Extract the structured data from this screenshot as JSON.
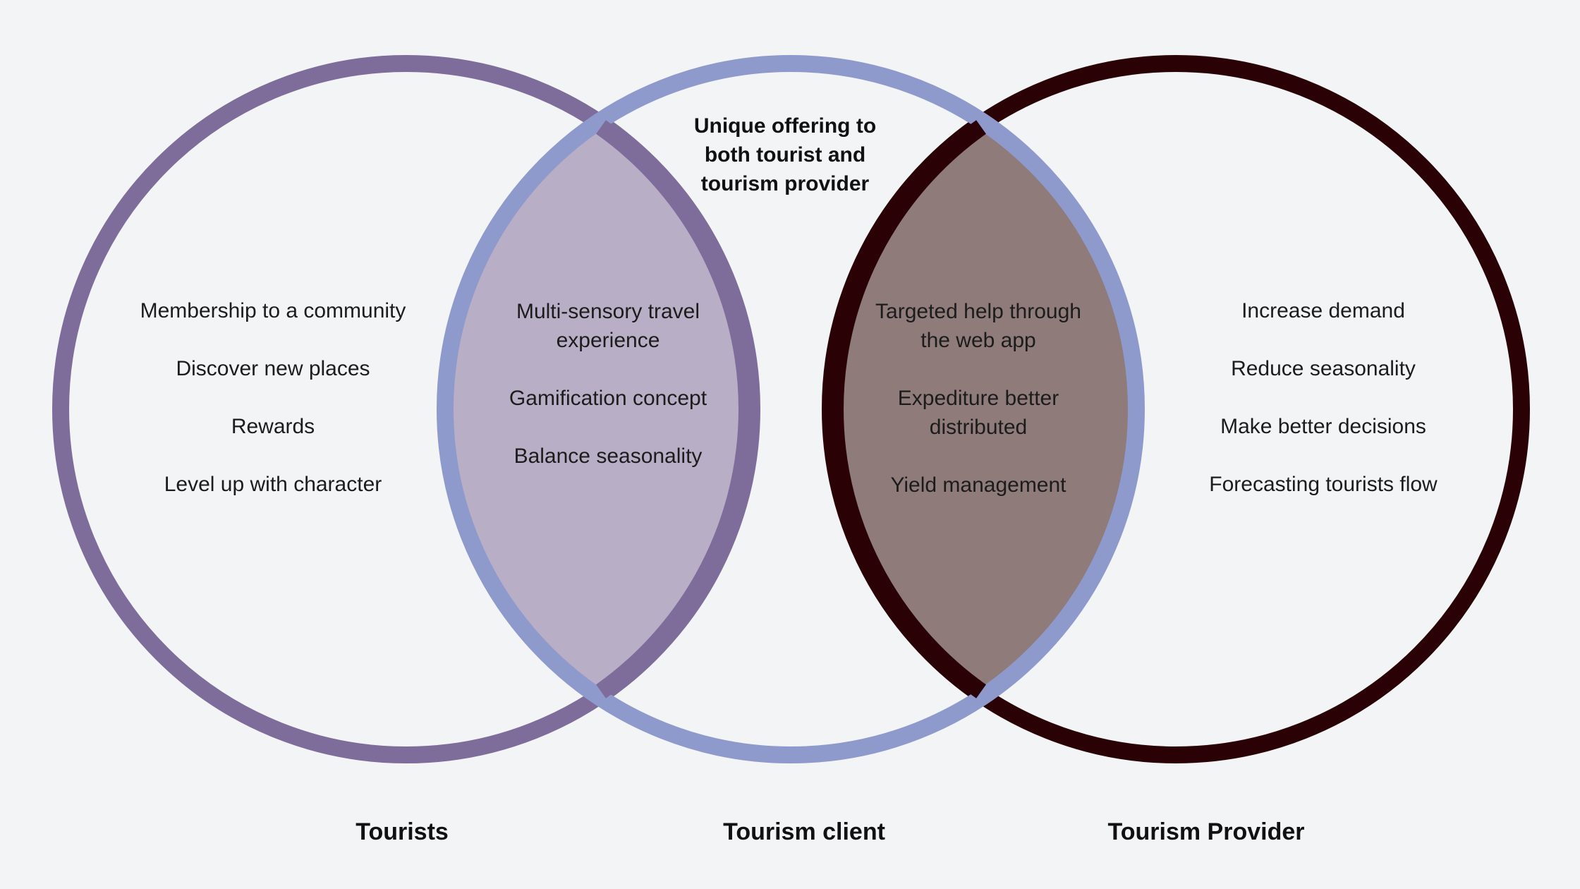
{
  "colors": {
    "background": "#f2f4f6",
    "tourists_ring": "#7e6c9a",
    "client_ring": "#8f9acc",
    "provider_ring": "#2a0206",
    "overlap_left_fill": "#b8aec6",
    "overlap_right_fill": "#8e7b7a"
  },
  "center_title": [
    "Unique offering to",
    "both tourist and",
    "tourism provider"
  ],
  "tourists": {
    "label": "Tourists",
    "items": [
      "Membership  to a community",
      "Discover new places",
      "Rewards",
      "Level up with character"
    ]
  },
  "tourism_client": {
    "label": "Tourism client"
  },
  "tourism_provider": {
    "label": "Tourism Provider",
    "items": [
      "Increase demand",
      "Reduce seasonality",
      "Make better decisions",
      "Forecasting tourists flow"
    ]
  },
  "overlap_tourists_client": {
    "items": [
      [
        "Multi-sensory travel",
        "experience"
      ],
      [
        "Gamification concept"
      ],
      [
        "Balance seasonality"
      ]
    ]
  },
  "overlap_client_provider": {
    "items": [
      [
        "Targeted help through",
        "the web app"
      ],
      [
        "Expediture better",
        "distributed"
      ],
      [
        "Yield management"
      ]
    ]
  }
}
